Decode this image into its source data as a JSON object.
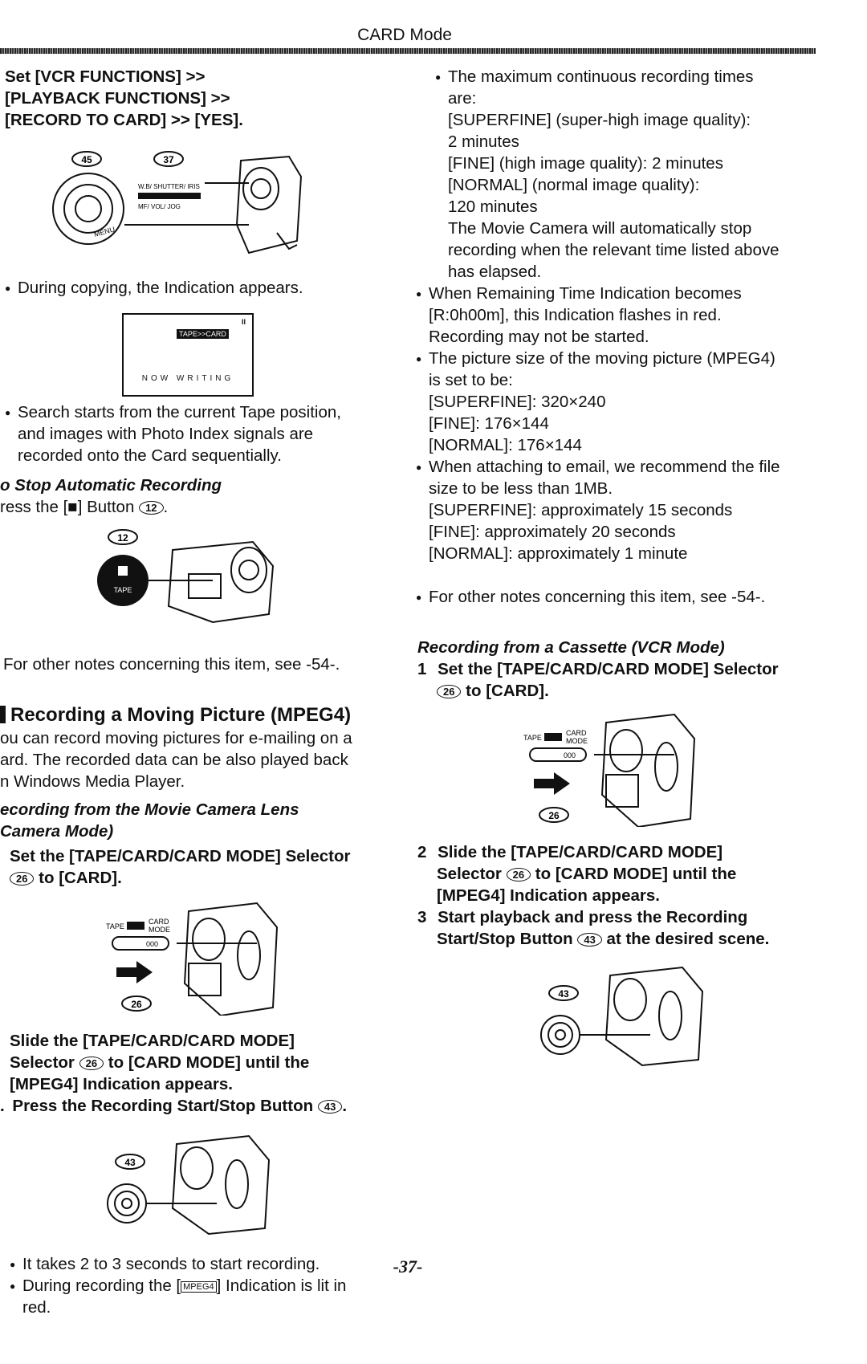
{
  "header": {
    "title": "CARD Mode"
  },
  "left": {
    "step_set_1": "Set [VCR FUNCTIONS] >>",
    "step_set_2": "[PLAYBACK FUNCTIONS] >>",
    "step_set_3": "[RECORD TO CARD] >> [YES].",
    "fig1_callouts": [
      "45",
      "37"
    ],
    "fig1_menu": "MENU",
    "fig1_panel": [
      "W.B/ SHUTTER/ IRIS",
      "MF/ VOL/ JOG"
    ],
    "bullet_copy": "During copying, the Indication appears.",
    "lcd_tape_card": "TAPE>>CARD",
    "lcd_status": "NOW WRITING",
    "lcd_corner": "II",
    "bullet_search_1": "Search starts from the current Tape position,",
    "bullet_search_2": "and images with Photo Index signals are",
    "bullet_search_3": "recorded onto the Card sequentially.",
    "stop_heading": "o Stop Automatic Recording",
    "stop_text_pre": "ress the [■] Button",
    "stop_callout": "12",
    "fig2_button": "TAPE",
    "other_notes": "For other notes concerning this item, see -54-.",
    "section_title": "Recording a Moving Picture (MPEG4)",
    "intro_1": "ou can record moving pictures for e-mailing on a",
    "intro_2": "ard. The recorded data can be also played back",
    "intro_3": "n Windows Media Player.",
    "lens_heading_1": "ecording from the Movie Camera Lens",
    "lens_heading_2": "Camera Mode)",
    "l_step1_1": "Set the [TAPE/CARD/CARD MODE] Selector",
    "l_step1_2": "to [CARD].",
    "callout_26": "26",
    "selector_labels": [
      "TAPE",
      "CARD",
      "MODE"
    ],
    "selector_counter": "000",
    "l_step2_1": "Slide the [TAPE/CARD/CARD MODE]",
    "l_step2_2a": "Selector",
    "l_step2_2b": "to [CARD MODE] until the",
    "l_step2_3": "[MPEG4] Indication appears.",
    "l_step3_num": ".",
    "l_step3": "Press the Recording Start/Stop Button",
    "callout_43": "43",
    "bullet_takes": "It takes 2 to 3 seconds to start recording.",
    "bullet_during_1a": "During recording the [",
    "mpeg4_icon": "MPEG4",
    "bullet_during_1b": "] Indication is lit in",
    "bullet_during_2": "red."
  },
  "right": {
    "max_1": "The maximum continuous recording times",
    "max_2": "are:",
    "max_3": "[SUPERFINE] (super-high image quality):",
    "max_4": "2 minutes",
    "max_5": "[FINE] (high image quality): 2 minutes",
    "max_6": "[NORMAL] (normal image quality):",
    "max_7": "120 minutes",
    "max_8": "The Movie Camera will automatically stop",
    "max_9": "recording when the relevant time listed above",
    "max_10": "has elapsed.",
    "rem_1": "When Remaining Time Indication becomes",
    "rem_2": "[R:0h00m], this Indication flashes in red.",
    "rem_3": "Recording may not be started.",
    "size_1": "The picture size of the moving picture (MPEG4)",
    "size_2": "is set to be:",
    "size_3": "[SUPERFINE]: 320×240",
    "size_4": "[FINE]: 176×144",
    "size_5": "[NORMAL]: 176×144",
    "mail_1": "When attaching to email, we recommend the file",
    "mail_2": "size to be less than 1MB.",
    "mail_3": "[SUPERFINE]: approximately 15 seconds",
    "mail_4": "[FINE]: approximately 20 seconds",
    "mail_5": "[NORMAL]: approximately 1 minute",
    "other_notes": "For other notes concerning this item, see -54-.",
    "cassette_heading": "Recording from a Cassette (VCR Mode)",
    "r_step1_num": "1",
    "r_step1_1": "Set the [TAPE/CARD/CARD MODE] Selector",
    "r_step1_2": "to [CARD].",
    "r_step2_num": "2",
    "r_step2_1": "Slide the [TAPE/CARD/CARD MODE]",
    "r_step2_2a": "Selector",
    "r_step2_2b": "to [CARD MODE] until the",
    "r_step2_3": "[MPEG4] Indication appears.",
    "r_step3_num": "3",
    "r_step3_1": "Start playback and press the Recording",
    "r_step3_2a": "Start/Stop Button",
    "r_step3_2b": "at the desired scene."
  },
  "footer": {
    "page_number": "-37-"
  }
}
